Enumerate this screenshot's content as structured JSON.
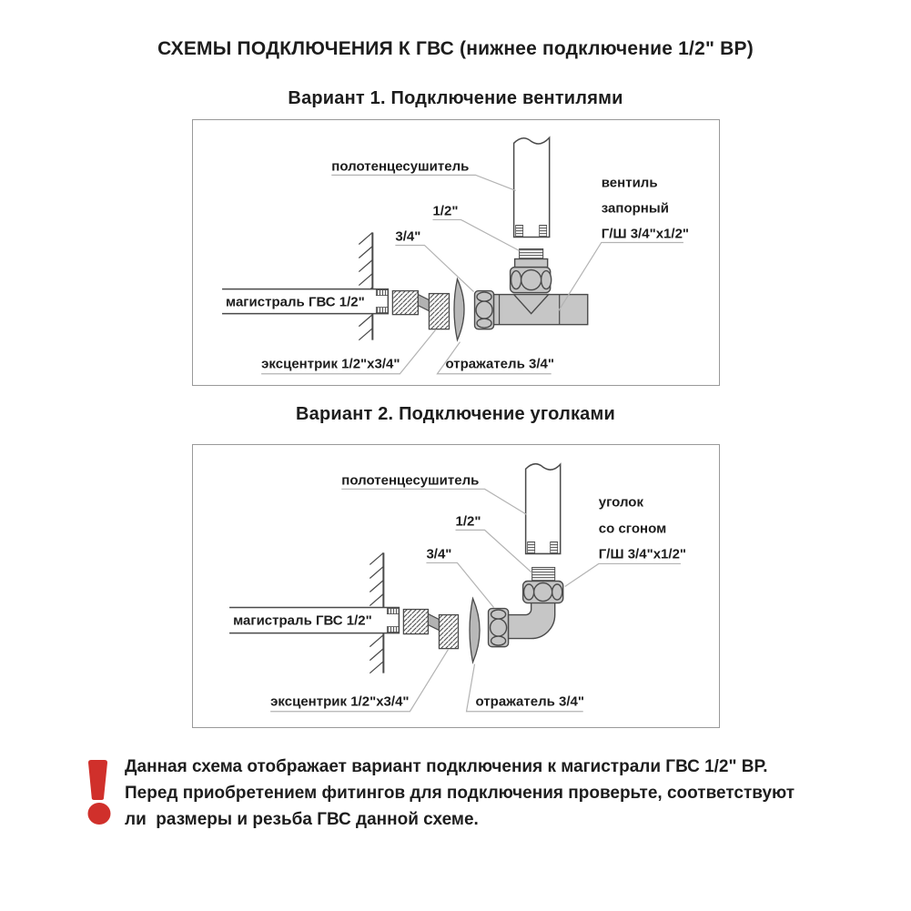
{
  "page": {
    "title": "СХЕМЫ ПОДКЛЮЧЕНИЯ К ГВС (нижнее подключение 1/2\" ВР)"
  },
  "variant1": {
    "title": "Вариант 1. Подключение вентилями",
    "labels": {
      "towel_dryer": "полотенцесушитель",
      "size_half": "1/2\"",
      "size_three_quarter": "3/4\"",
      "fitting_line1": "вентиль",
      "fitting_line2": "запорный",
      "fitting_line3": "Г/Ш 3/4\"х1/2\"",
      "main_line": "магистраль ГВС 1/2\"",
      "eccentric": "эксцентрик 1/2\"х3/4\"",
      "reflector": "отражатель 3/4\""
    }
  },
  "variant2": {
    "title": "Вариант 2. Подключение уголками",
    "labels": {
      "towel_dryer": "полотенцесушитель",
      "size_half": "1/2\"",
      "size_three_quarter": "3/4\"",
      "fitting_line1": "уголок",
      "fitting_line2": "со сгоном",
      "fitting_line3": "Г/Ш 3/4\"х1/2\"",
      "main_line": "магистраль ГВС 1/2\"",
      "eccentric": "эксцентрик 1/2\"х3/4\"",
      "reflector": "отражатель 3/4\""
    }
  },
  "warning": {
    "line1": "Данная схема отображает вариант подключения к магистрали ГВС 1/2\" ВР.",
    "line2": "Перед приобретением фитингов для подключения проверьте, соответствуют",
    "line3": "ли  размеры и резьба ГВС данной схеме."
  },
  "colors": {
    "accent_red": "#d0302b",
    "fitting_gray": "#c6c6c6",
    "reflector_gray": "#b8b8b8",
    "outline_gray": "#4a4a4a",
    "panel_border": "#999999"
  }
}
